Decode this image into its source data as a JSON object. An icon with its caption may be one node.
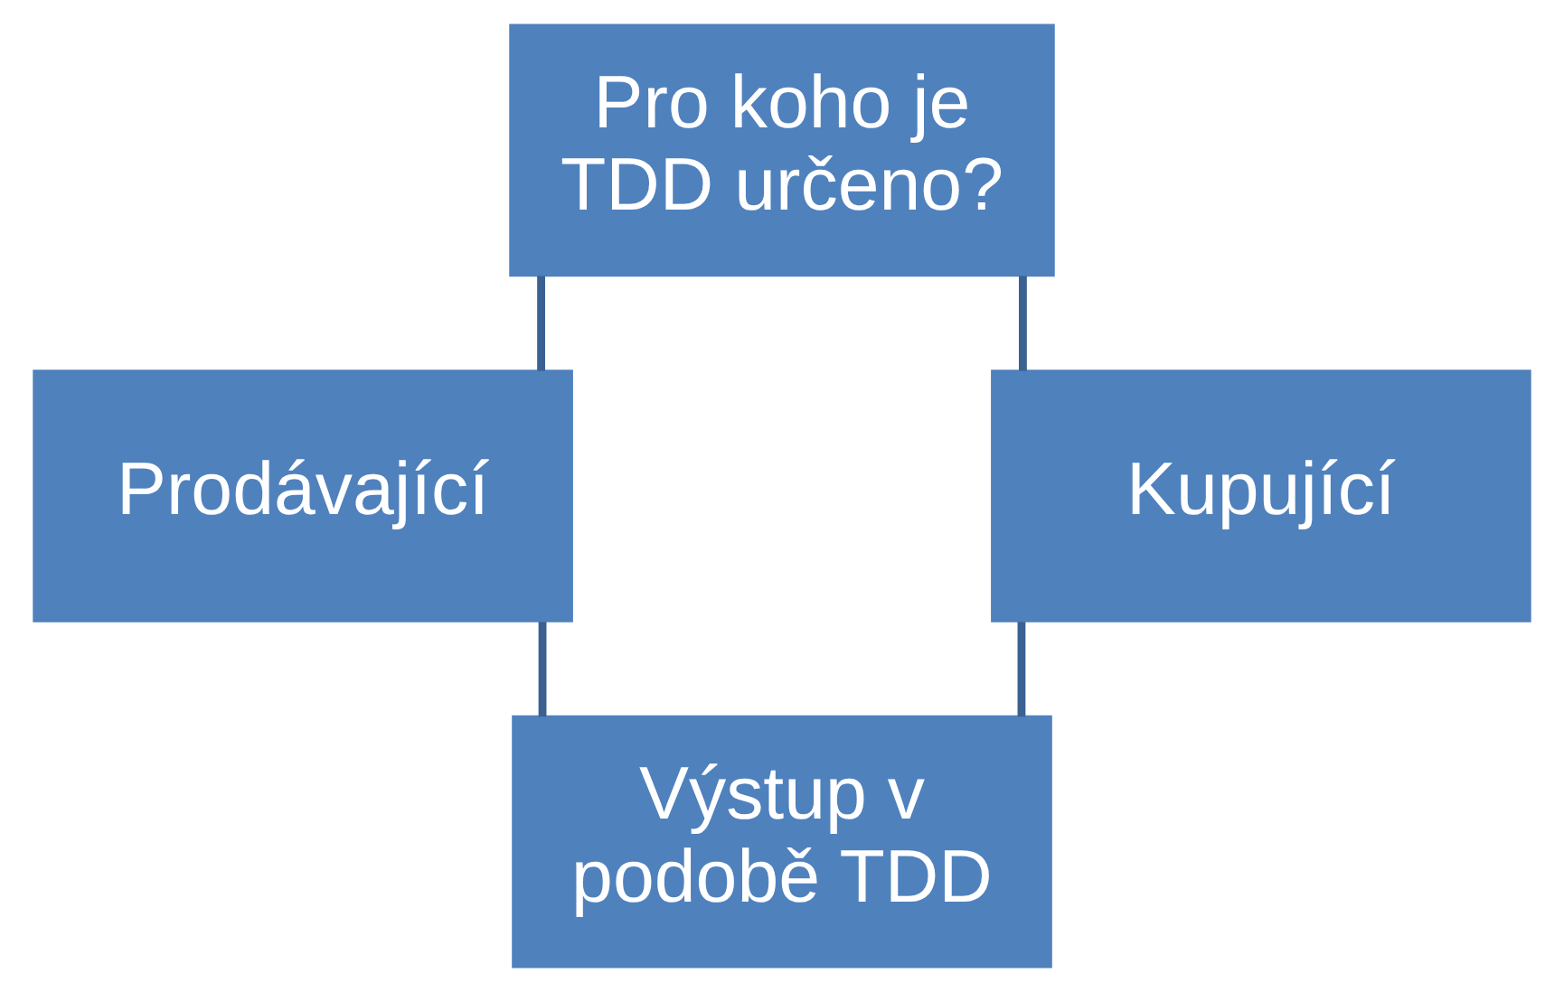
{
  "diagram": {
    "nodes": [
      {
        "text": [
          "Pro koho je TDD určeno?"
        ]
      },
      {
        "text": [
          "Prodávající"
        ]
      },
      {
        "text": [
          "Kupující"
        ]
      },
      {
        "text": [
          "Výstup v podobě TDD"
        ]
      }
    ],
    "edges": [
      {
        "from": 0,
        "to": 1,
        "arrow": "none"
      },
      {
        "from": 0,
        "to": 2,
        "arrow": "none"
      },
      {
        "from": 1,
        "to": 3,
        "arrow": "none"
      },
      {
        "from": 2,
        "to": 3,
        "arrow": "none"
      }
    ]
  }
}
